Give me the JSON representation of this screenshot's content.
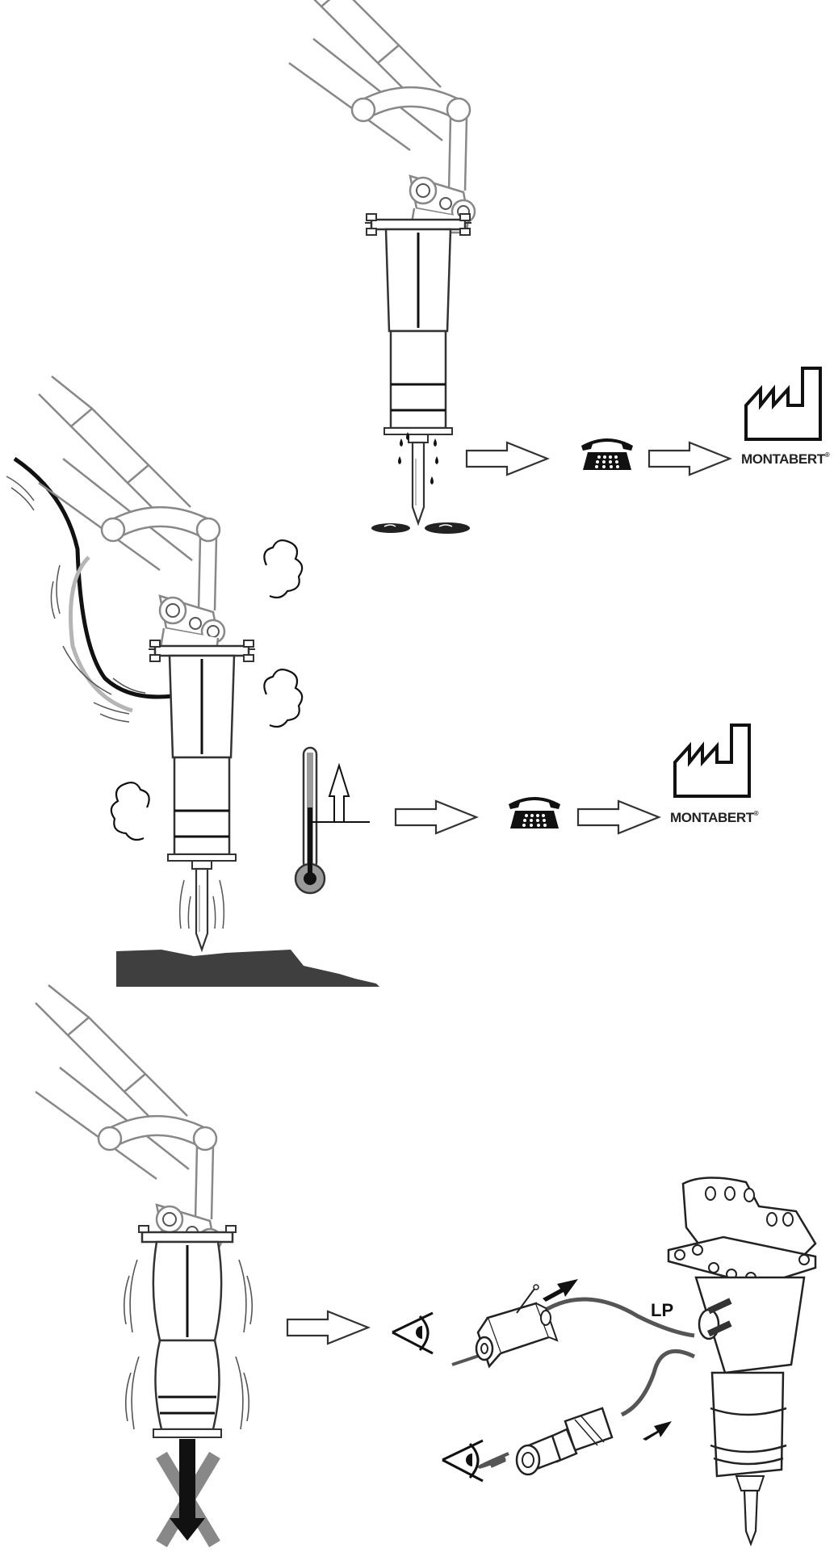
{
  "manufacturer": {
    "brand_name": "MONTABERT",
    "trademark": "®",
    "logo_icon": "factory-icon"
  },
  "panels": [
    {
      "id": "oil-leak",
      "symptom": "oil-drip-icon",
      "flow": [
        "arrow-right-icon",
        "telephone-icon",
        "arrow-right-icon",
        "factory-icon"
      ]
    },
    {
      "id": "overheating",
      "symptom": "thermometer-rising-icon",
      "flow": [
        "arrow-right-icon",
        "telephone-icon",
        "arrow-right-icon",
        "factory-icon"
      ]
    },
    {
      "id": "vibration-no-impact",
      "symptom": "vibrating-hammer-icon",
      "flow": [
        "arrow-right-icon",
        "eye-icon"
      ],
      "detail": {
        "label": "LP",
        "parts": [
          "pressure-gauge-fitting",
          "check-valve-fitting"
        ]
      }
    }
  ],
  "colors": {
    "line": "#444444",
    "light_line": "#8a8a8a",
    "hose_light": "#b5b5b5",
    "ground": "#3f3f3f",
    "fill_dark": "#222222",
    "cross": "#888888"
  }
}
